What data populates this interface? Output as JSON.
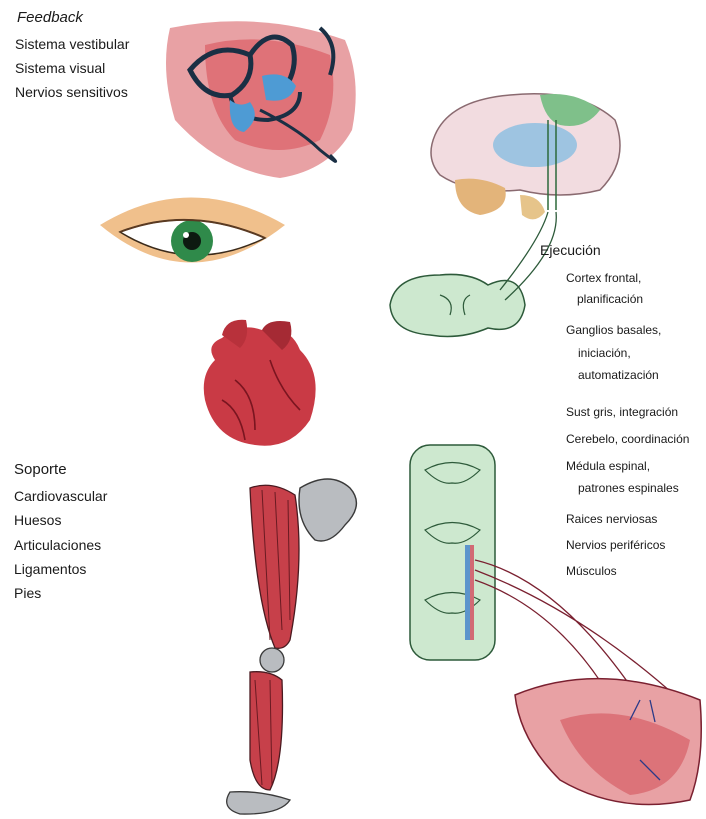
{
  "feedback": {
    "title": "Feedback",
    "items": [
      "Sistema vestibular",
      "Sistema visual",
      "Nervios sensitivos"
    ]
  },
  "soporte": {
    "title": "Soporte",
    "items": [
      "Cardiovascular",
      "Huesos",
      "Articulaciones",
      "Ligamentos",
      "Pies"
    ]
  },
  "ejecucion": {
    "title": "Ejecución",
    "items": [
      {
        "line1": "Cortex frontal,",
        "line2": "planificación"
      },
      {
        "line1": "Ganglios basales,",
        "line2": "iniciación,",
        "line3": "automatización"
      },
      {
        "line1": "Sust gris, integración"
      },
      {
        "line1": "Cerebelo, coordinación"
      },
      {
        "line1": "Médula espinal,",
        "line2": "patrones espinales"
      },
      {
        "line1": "Raices nerviosas"
      },
      {
        "line1": "Nervios periféricos"
      },
      {
        "line1": "Músculos"
      }
    ]
  },
  "colors": {
    "red": "#c8303b",
    "pink": "#e9a3a6",
    "green": "#cde8cf",
    "blue": "#5c95cc",
    "skin": "#eebb86"
  }
}
